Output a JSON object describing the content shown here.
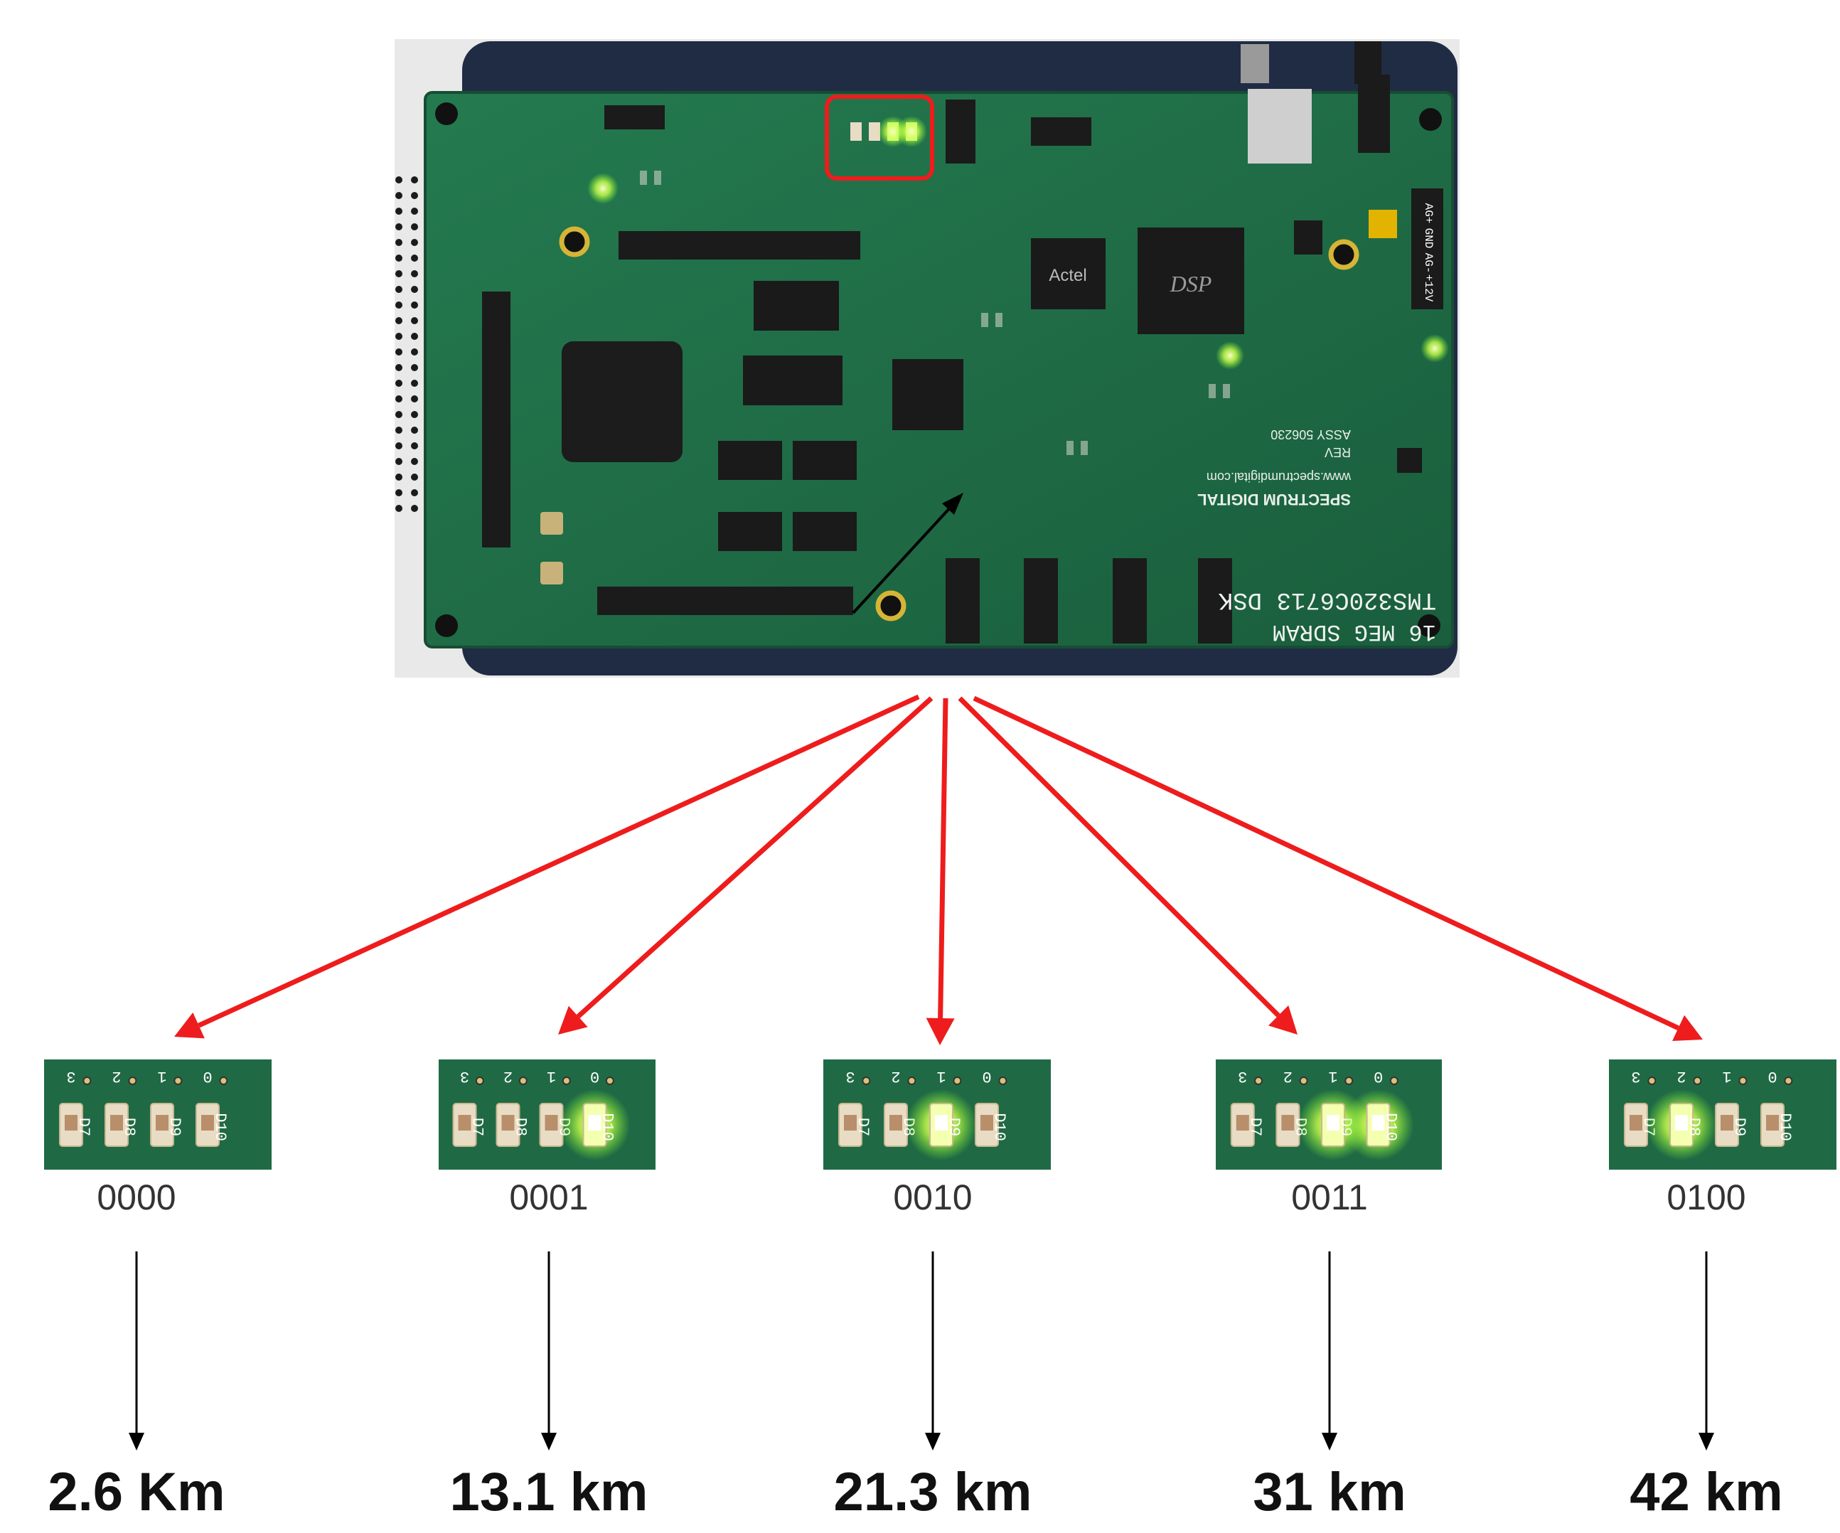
{
  "board": {
    "silkscreen_model": "TMS320C6713 DSK",
    "silkscreen_memory": "16 MEG SDRAM",
    "silkscreen_brand": "SPECTRUM DIGITAL",
    "silkscreen_web": "www.spectrumdigital.com",
    "silkscreen_rev": "REV",
    "silkscreen_assy": "ASSY 506230",
    "chip_dsp": "DSP",
    "chip_actel": "Actel",
    "connector_labels": [
      "AG+",
      "GND",
      "AG-",
      "+12V"
    ]
  },
  "led_strip_labels": {
    "bits": [
      "3",
      "2",
      "1",
      "0"
    ],
    "designators": [
      "D7",
      "D8",
      "D9",
      "D10"
    ]
  },
  "colors": {
    "arrow_red": "#ee1c1c",
    "pcb_green": "#1f6a45",
    "led_on": "#f4ffb0",
    "led_off": "#e8dcc4"
  },
  "states": [
    {
      "code": "0000",
      "distance": "2.6 Km",
      "leds_on": [
        false,
        false,
        false,
        false
      ]
    },
    {
      "code": "0001",
      "distance": "13.1 km",
      "leds_on": [
        false,
        false,
        false,
        true
      ]
    },
    {
      "code": "0010",
      "distance": "21.3 km",
      "leds_on": [
        false,
        false,
        true,
        false
      ]
    },
    {
      "code": "0011",
      "distance": "31 km",
      "leds_on": [
        false,
        false,
        true,
        true
      ]
    },
    {
      "code": "0100",
      "distance": "42 km",
      "leds_on": [
        false,
        true,
        false,
        false
      ]
    }
  ]
}
